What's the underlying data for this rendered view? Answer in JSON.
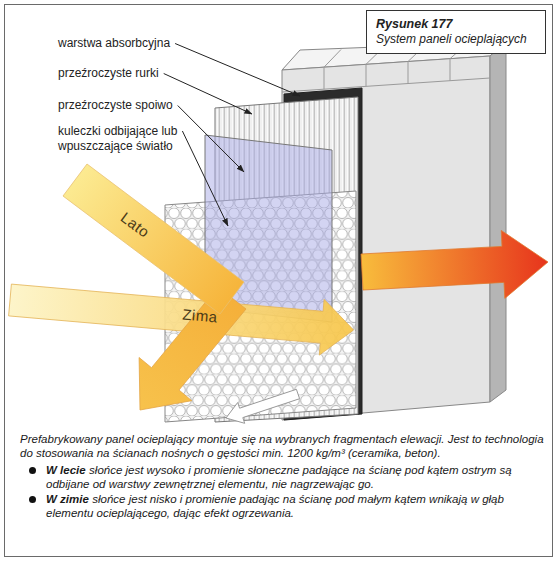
{
  "diagram": {
    "caption": "Prefabrykowany panel ocieplający montuje się na wybranych fragmentach elewacji. Jest to technologia do stosowania na ścianach nośnych o gęstości min. 1200 kg/m³ (ceramika, beton).",
    "nodes": [
      {
        "text": [
          "Rysunek 177",
          "System paneli ocieplających"
        ]
      }
    ],
    "labels": [
      "warstwa absorbcyjna",
      "przeźroczyste rurki",
      "przeźroczyste spoiwo",
      "kuleczki odbijające lub wpuszczające światło",
      "Lato",
      "Zima",
      "W lecie",
      "słońce jest wysoko i promienie słoneczne padające na ścianę pod kątem ostrym są odbijane od warstwy zewnętrznej elementu, nie nagrzewając go.",
      "W zimie",
      "słońce jest nisko i promienie padając na ścianę pod małym kątem wnikają w głąb elementu ocieplającego, dając efekt ogrzewania."
    ]
  }
}
